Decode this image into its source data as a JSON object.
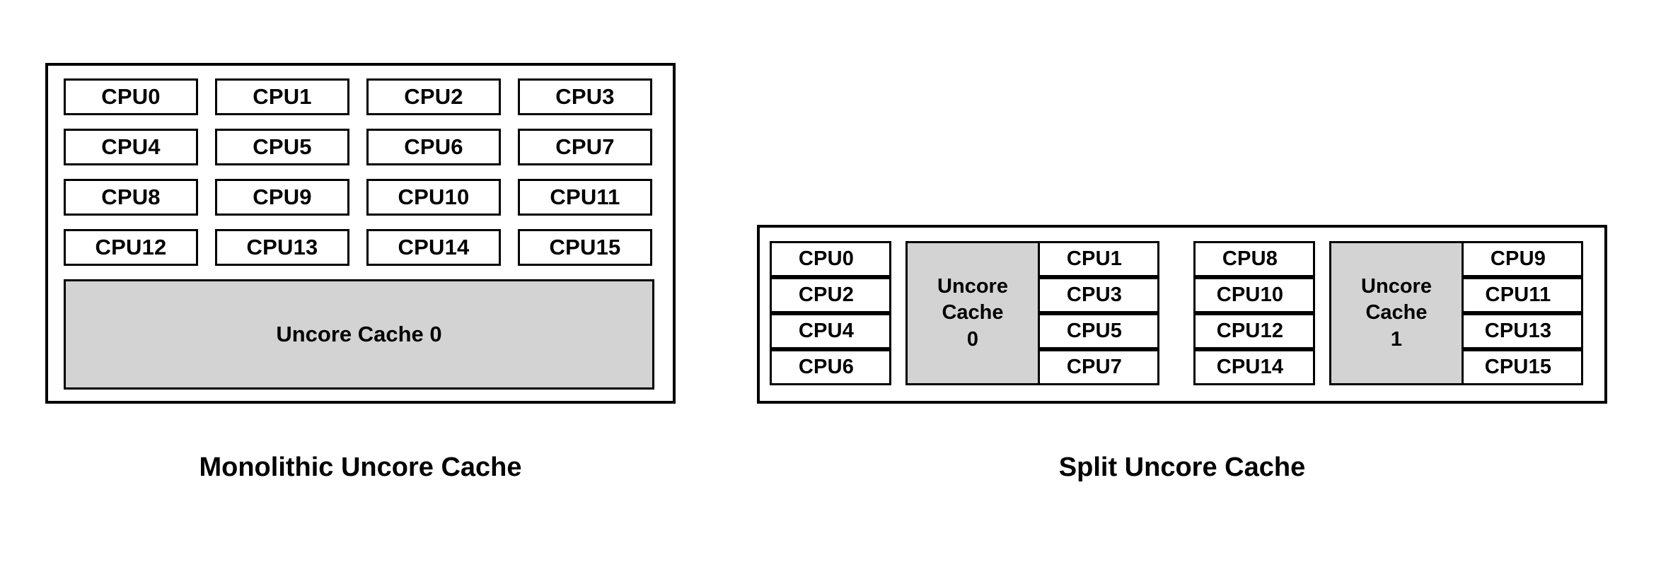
{
  "diagrams": [
    {
      "id": "monolithic",
      "caption": "Monolithic Uncore Cache",
      "cpus": [
        "CPU0",
        "CPU1",
        "CPU2",
        "CPU3",
        "CPU4",
        "CPU5",
        "CPU6",
        "CPU7",
        "CPU8",
        "CPU9",
        "CPU10",
        "CPU11",
        "CPU12",
        "CPU13",
        "CPU14",
        "CPU15"
      ],
      "cache": {
        "label": "Uncore Cache 0"
      }
    },
    {
      "id": "split",
      "caption": "Split Uncore Cache",
      "groups": [
        {
          "left_cpus": [
            "CPU0",
            "CPU2",
            "CPU4",
            "CPU6"
          ],
          "cache": {
            "line1": "Uncore",
            "line2": "Cache",
            "line3": "0"
          },
          "right_cpus": [
            "CPU1",
            "CPU3",
            "CPU5",
            "CPU7"
          ]
        },
        {
          "left_cpus": [
            "CPU8",
            "CPU10",
            "CPU12",
            "CPU14"
          ],
          "cache": {
            "line1": "Uncore",
            "line2": "Cache",
            "line3": "1"
          },
          "right_cpus": [
            "CPU9",
            "CPU11",
            "CPU13",
            "CPU15"
          ]
        }
      ]
    }
  ],
  "colors": {
    "cache_fill": "#d3d3d3",
    "stroke": "#000000",
    "background": "#ffffff",
    "cpu_fill": "#ffffff"
  }
}
